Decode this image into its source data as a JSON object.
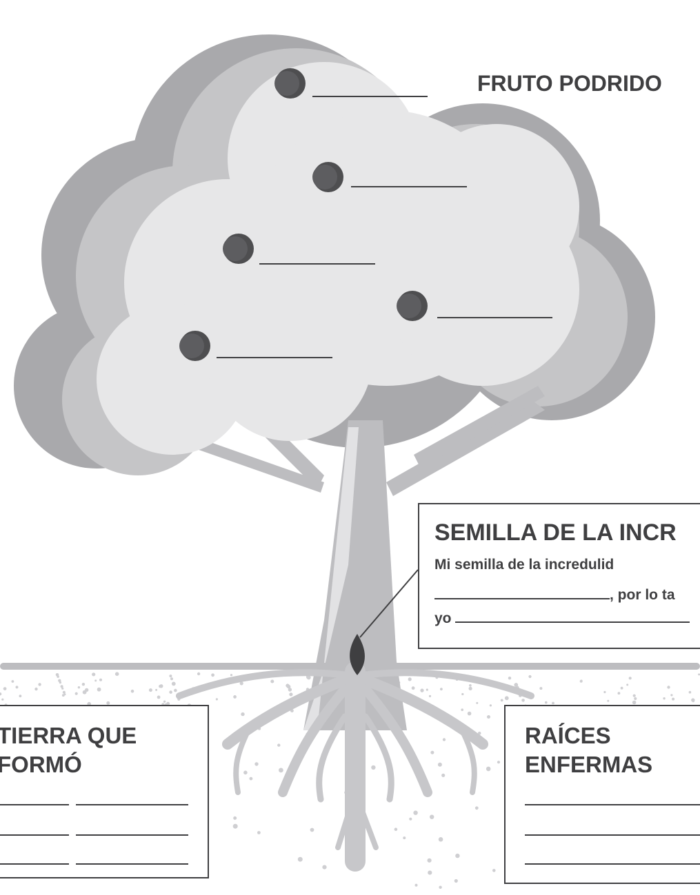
{
  "labels": {
    "fruit_heading": "FRUTO PODRIDO"
  },
  "seed_box": {
    "title": "SEMILLA DE LA INCR",
    "line1": "Mi semilla de la incredulid",
    "line2_suffix": ", por lo ta",
    "line3_prefix": "yo"
  },
  "soil_box": {
    "title_line1": "TIERRA QUE",
    "title_line2": "FORMÓ"
  },
  "roots_box": {
    "title_line1": "RAÍCES",
    "title_line2": "ENFERMAS"
  },
  "colors": {
    "ink": "#3f3f41",
    "canopy_light": "#e7e7e8",
    "canopy_mid": "#c5c5c7",
    "canopy_dark": "#a9a9ac",
    "fruit": "#4e4e50",
    "trunk": "#bdbdc0",
    "trunk_highlight": "#e2e2e4",
    "roots": "#c7c7ca",
    "ground_dots": "#cfcfd2"
  },
  "fruit_count": 5
}
